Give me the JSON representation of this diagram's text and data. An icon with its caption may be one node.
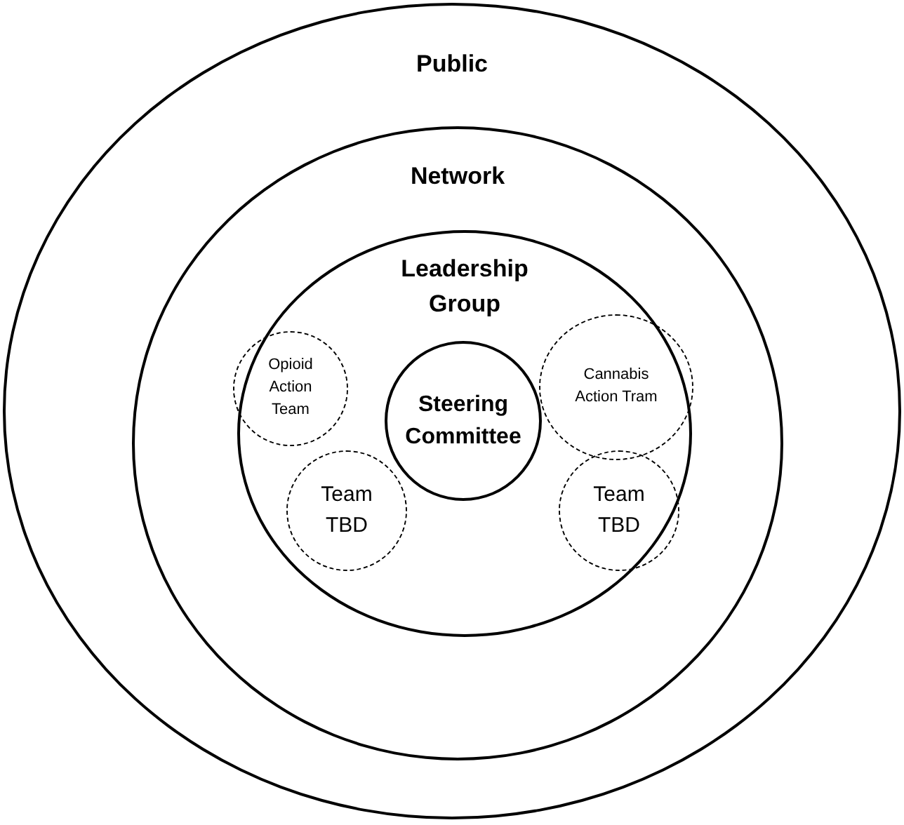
{
  "diagram": {
    "nodes": [
      {
        "text": [
          "Public"
        ]
      },
      {
        "text": [
          "Network"
        ],
        "in": 0
      },
      {
        "text": [
          "Leadership Group"
        ],
        "in": 1
      },
      {
        "text": [
          "Steering Committee"
        ],
        "in": 2
      },
      {
        "text": [
          "Opioid Action Team"
        ],
        "in": 2
      },
      {
        "text": [
          "Cannabis Action Tram"
        ],
        "in": 2
      },
      {
        "text": [
          "Team TBD"
        ],
        "in": 2
      },
      {
        "text": [
          "Team TBD"
        ],
        "in": 2
      }
    ]
  }
}
